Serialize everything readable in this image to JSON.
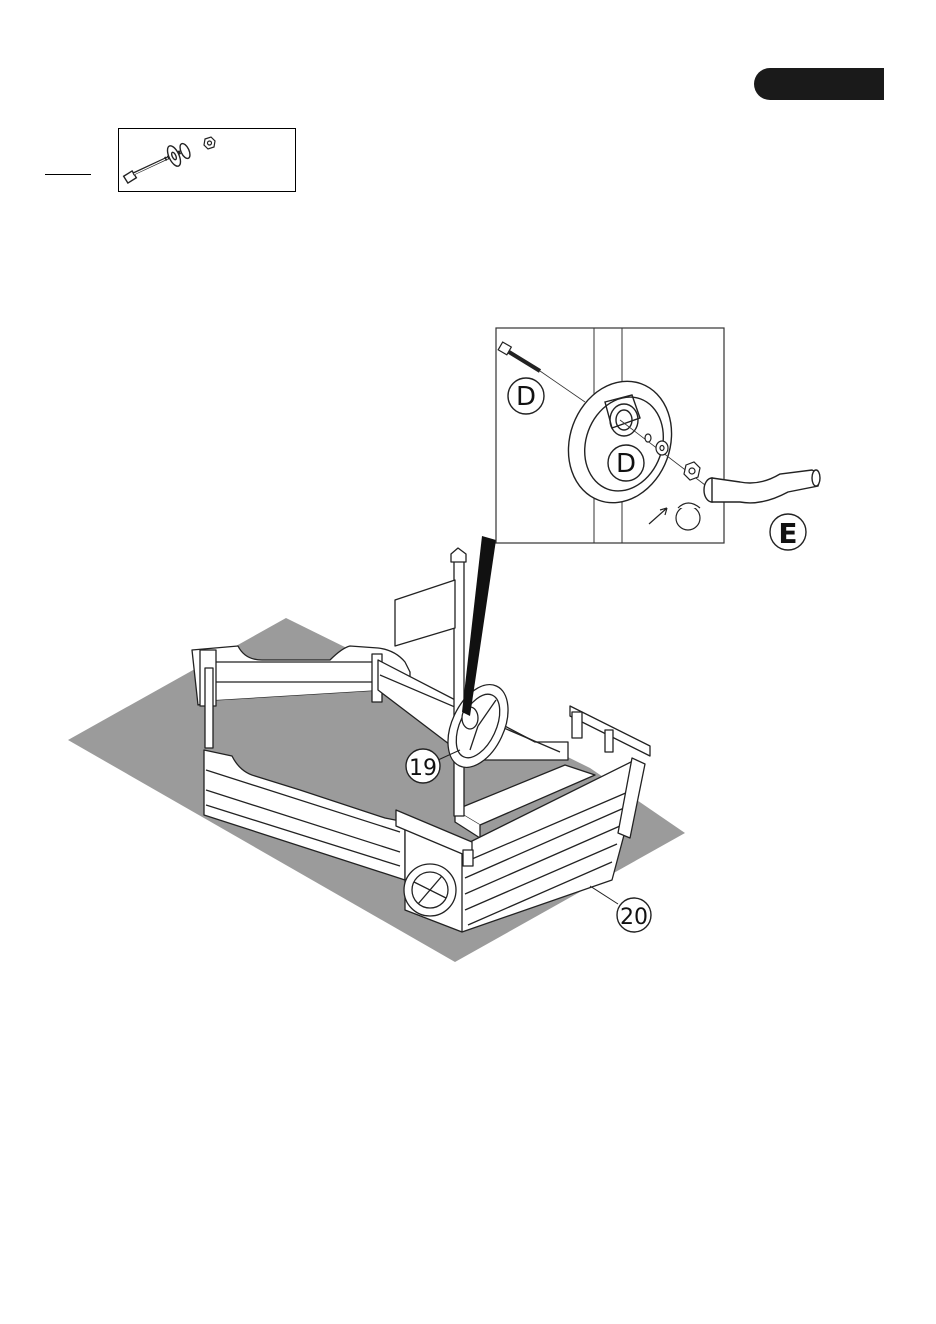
{
  "step_marker": {
    "color": "#1a1a1a"
  },
  "hardware_box": {
    "icons": [
      "bolt-icon",
      "washer-icon",
      "nut-icon"
    ]
  },
  "callouts": {
    "detail_bolt": "D",
    "detail_nut": "D",
    "handle": "E",
    "steering_wheel": "19",
    "bow_panel": "20"
  },
  "colors": {
    "ground": "#9b9b9b",
    "line": "#222222",
    "fill": "#ffffff"
  }
}
